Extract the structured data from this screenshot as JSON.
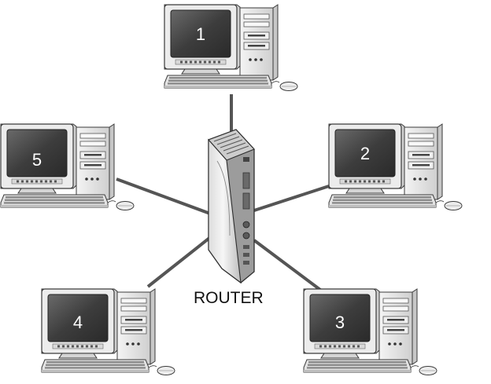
{
  "router": {
    "label": "ROUTER"
  },
  "computers": [
    {
      "label": "1"
    },
    {
      "label": "2"
    },
    {
      "label": "3"
    },
    {
      "label": "4"
    },
    {
      "label": "5"
    }
  ],
  "colors": {
    "cable": "#555555",
    "case": "#e8e8e8",
    "case_shade": "#c9c9c9",
    "outline": "#3a3a3a",
    "screen": "#3d3d3d",
    "screen_glow": "#5a5a5a"
  }
}
